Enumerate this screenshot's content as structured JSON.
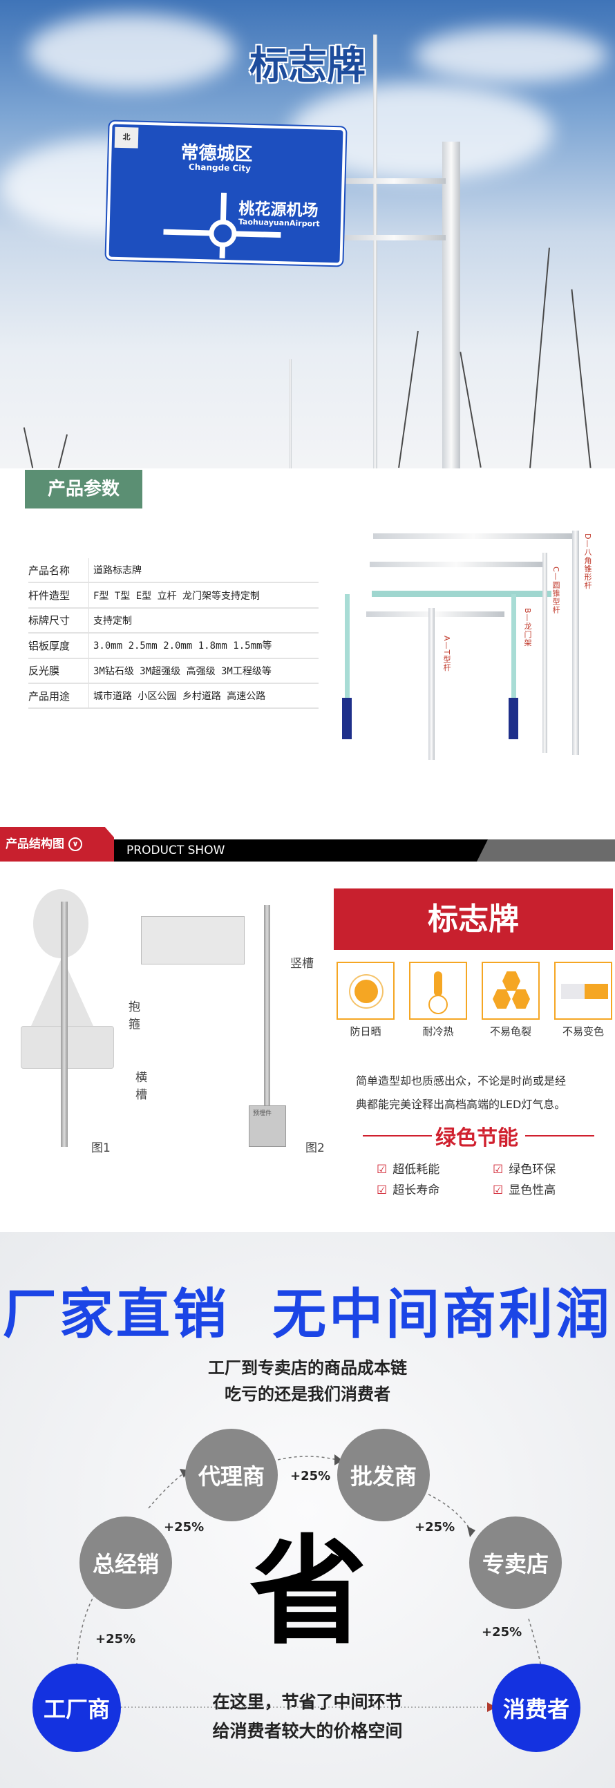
{
  "hero": {
    "title": "标志牌",
    "sign": {
      "corner": "北",
      "line1": "常德城区",
      "line1_en": "Changde City",
      "line2": "桃花源机场",
      "line2_en": "TaohuayuanAirport"
    }
  },
  "params": {
    "banner": "产品参数",
    "rows": [
      {
        "key": "产品名称",
        "value": "道路标志牌"
      },
      {
        "key": "杆件造型",
        "value": "F型 T型 E型 立杆 龙门架等支持定制"
      },
      {
        "key": "标牌尺寸",
        "value": "支持定制"
      },
      {
        "key": "铝板厚度",
        "value": "3.0mm 2.5mm 2.0mm 1.8mm 1.5mm等"
      },
      {
        "key": "反光膜",
        "value": "3M钻石级 3M超强级 高强级 3M工程级等"
      },
      {
        "key": "产品用途",
        "value": "城市道路 小区公园 乡村道路 高速公路"
      }
    ],
    "pole_labels": [
      "A—T型杆",
      "B—龙门架",
      "C—圆锥型杆",
      "D—八角锥形杆"
    ]
  },
  "structure": {
    "tab": "产品结构图",
    "bar": "PRODUCT SHOW",
    "labels": {
      "hoop": "抱箍",
      "hslot": "横槽",
      "vslot": "竖槽",
      "fig1": "图1",
      "fig2": "图2",
      "base": "预埋件"
    },
    "red_title": "标志牌",
    "features": [
      "防日晒",
      "耐冷热",
      "不易龟裂",
      "不易变色"
    ],
    "paragraph": [
      "简单造型却也质感出众，不论是时尚或是经",
      "典都能完美诠释出高档高端的LED灯气息。"
    ],
    "green_title": "绿色节能",
    "checks": [
      "超低耗能",
      "绿色环保",
      "超长寿命",
      "显色性高"
    ]
  },
  "direct": {
    "title": "厂家直销  无中间商利润",
    "subtitle": [
      "工厂到专卖店的商品成本链",
      "吃亏的还是我们消费者"
    ],
    "nodes": {
      "factory": "工厂商",
      "general": "总经销",
      "agent": "代理商",
      "wholesale": "批发商",
      "store": "专卖店",
      "consumer": "消费者"
    },
    "markup": "+25%",
    "center": "省",
    "bottom": [
      "在这里，节省了中间环节",
      "给消费者较大的价格空间"
    ]
  },
  "colors": {
    "green": "#5b8f73",
    "red": "#c8202e",
    "blue": "#1b45e6",
    "orange": "#f5a623"
  }
}
